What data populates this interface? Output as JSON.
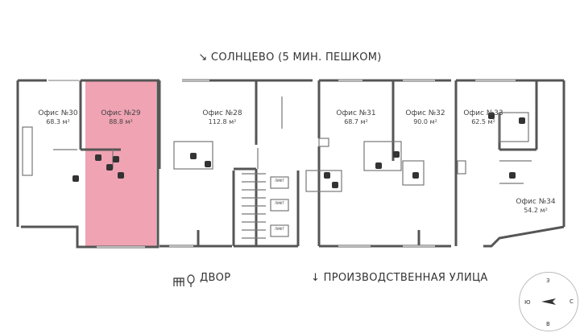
{
  "captions": {
    "top": "↘ СОЛНЦЕВО (5 МИН. ПЕШКОМ)",
    "yard": "ДВОР",
    "street": "↓ ПРОИЗВОДСТВЕННАЯ УЛИЦА"
  },
  "offices": [
    {
      "name": "Офис №30",
      "area": "68.3 м²"
    },
    {
      "name": "Офис №29",
      "area": "88.8 м²",
      "highlighted": true
    },
    {
      "name": "Офис №28",
      "area": "112.8 м²"
    },
    {
      "name": "Офис №31",
      "area": "68.7 м²"
    },
    {
      "name": "Офис №32",
      "area": "90.0 м²"
    },
    {
      "name": "Офис №33",
      "area": "62.5 м²"
    },
    {
      "name": "Офис №34",
      "area": "54.2 м²"
    }
  ],
  "compass": {
    "north": "З",
    "south": "В",
    "west": "Ю",
    "east": "С"
  },
  "elevator_label": "ЛИФТ",
  "colors": {
    "highlight": "#f0a3b3",
    "walls": "#555555"
  },
  "icons": {
    "yard": "playground-icon",
    "tree": "tree-icon"
  }
}
